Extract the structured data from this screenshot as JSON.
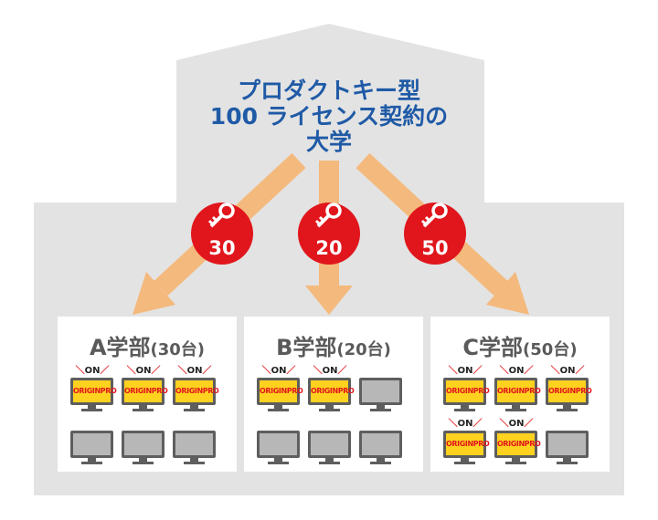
{
  "title_lines": [
    "プロダクトキー型",
    "100 ライセンス契約の",
    "大学"
  ],
  "licenses": [
    {
      "count": "30"
    },
    {
      "count": "20"
    },
    {
      "count": "50"
    }
  ],
  "departments": [
    {
      "name": "A学部",
      "count_label": "(30台)",
      "total": 6,
      "active": 3
    },
    {
      "name": "B学部",
      "count_label": "(20台)",
      "total": 6,
      "active": 2
    },
    {
      "name": "C学部",
      "count_label": "(50台)",
      "total": 6,
      "active": 5
    }
  ],
  "on_label": "ON",
  "logo_text": "ORIGINPRO",
  "colors": {
    "background_building": "#e3e3e3",
    "title": "#1f5aa6",
    "arrow": "#f4b97c",
    "badge": "#e0161c",
    "monitor_on": "#ffd21f",
    "monitor_off": "#b7b7b7",
    "icon": "key-icon"
  }
}
